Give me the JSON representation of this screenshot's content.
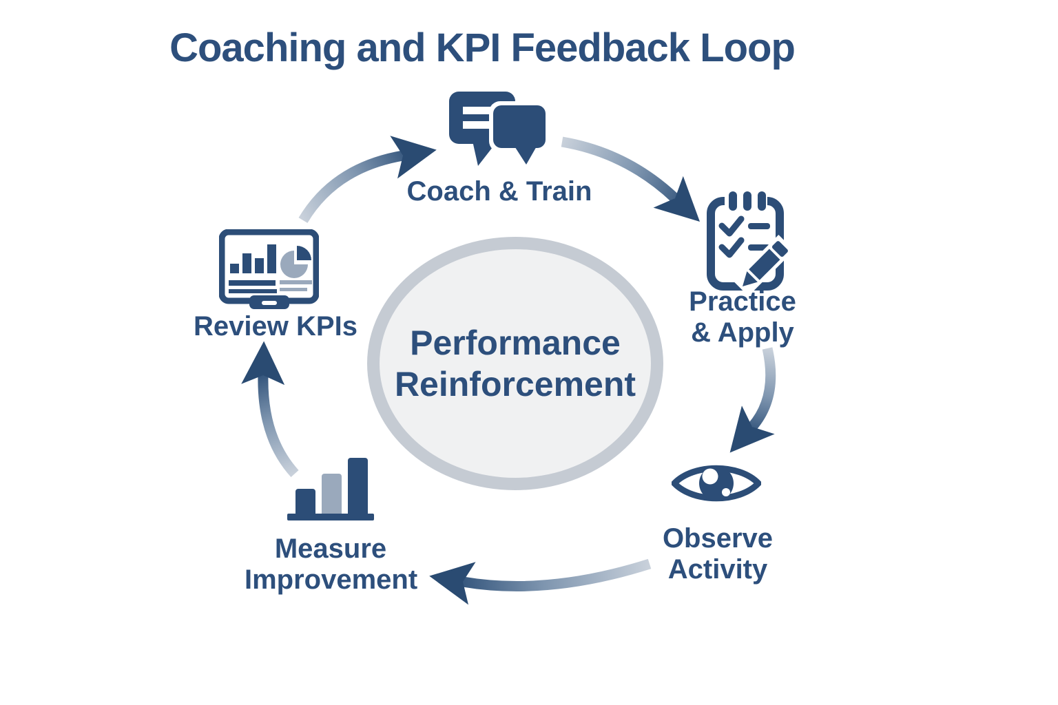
{
  "title": "Coaching and KPI Feedback Loop",
  "center": {
    "name": "Performance Reinforcement",
    "lines": [
      "Performance",
      "Reinforcement"
    ]
  },
  "nodes": [
    {
      "id": "coach-train",
      "icon": "chat-bubbles-icon",
      "lines": [
        "Coach & Train"
      ]
    },
    {
      "id": "practice-apply",
      "icon": "checklist-pencil-icon",
      "lines": [
        "Practice",
        "& Apply"
      ]
    },
    {
      "id": "observe-activity",
      "icon": "eye-icon",
      "lines": [
        "Observe",
        "Activity"
      ]
    },
    {
      "id": "measure-improvement",
      "icon": "bar-chart-icon",
      "lines": [
        "Measure",
        "Improvement"
      ]
    },
    {
      "id": "review-kpis",
      "icon": "dashboard-monitor-icon",
      "lines": [
        "Review KPIs"
      ]
    }
  ],
  "flow": {
    "direction": "clockwise",
    "arrows": [
      {
        "from": "review-kpis",
        "to": "coach-train"
      },
      {
        "from": "coach-train",
        "to": "practice-apply"
      },
      {
        "from": "practice-apply",
        "to": "observe-activity"
      },
      {
        "from": "observe-activity",
        "to": "measure-improvement"
      },
      {
        "from": "measure-improvement",
        "to": "review-kpis"
      }
    ]
  },
  "colors": {
    "background": "#ffffff",
    "text_navy": "#2d4f7c",
    "icon_navy": "#2c4d77",
    "arrow_dark": "#2a4b72",
    "arrow_light": "#c9d1db",
    "steel_accent": "#9aa9bc",
    "ellipse_border": "#c5cbd3",
    "ellipse_fill": "#f0f1f2"
  }
}
